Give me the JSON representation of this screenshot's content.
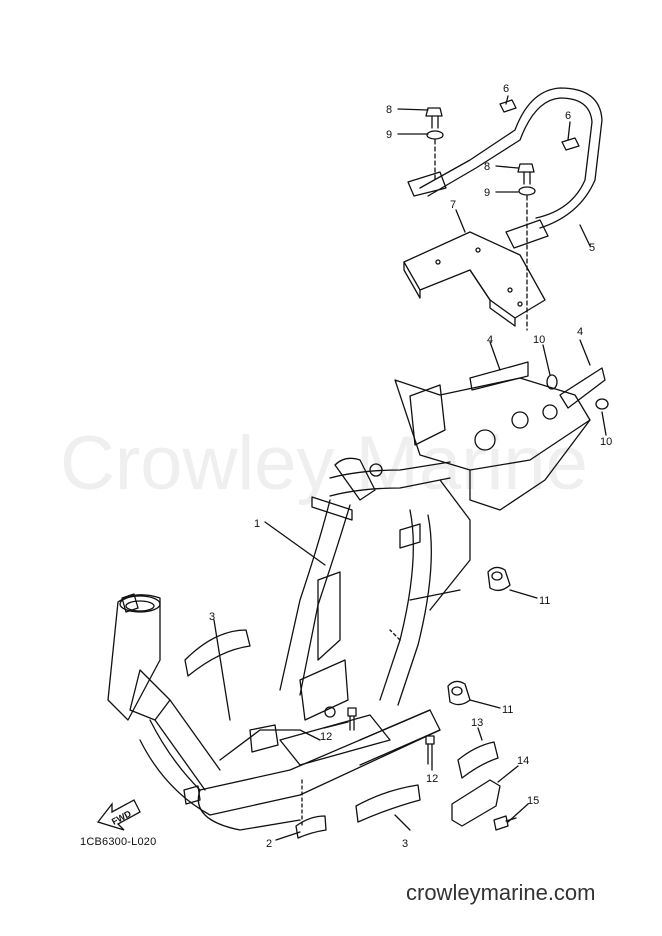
{
  "watermark": "Crowley Marine",
  "footer": {
    "site": "crowleymarine.com",
    "diagram_code": "1CB6300-L020"
  },
  "fwd_label": "FWD",
  "callouts": [
    "1",
    "2",
    "3",
    "3",
    "4",
    "4",
    "5",
    "6",
    "6",
    "7",
    "8",
    "8",
    "9",
    "9",
    "10",
    "10",
    "11",
    "11",
    "12",
    "12",
    "13",
    "14",
    "15"
  ]
}
